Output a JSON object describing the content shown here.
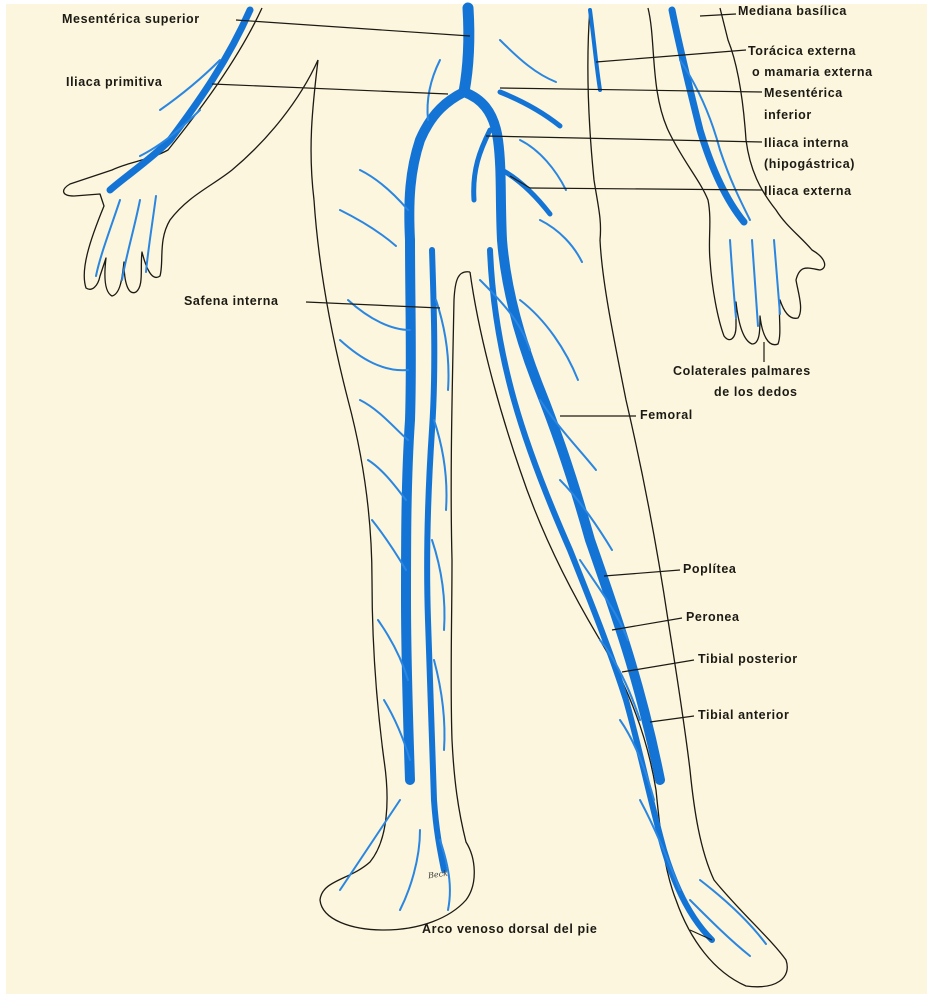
{
  "plate": {
    "paper_color": "#fbf6dd",
    "outline_color": "#1c1a14",
    "vein_color": "#1474d6",
    "artist_signature": "Beck"
  },
  "labels": {
    "mesenterica_superior": "Mesentérica superior",
    "mediana_basilica": "Mediana basílica",
    "toracica_externa_1": "Torácica externa",
    "toracica_externa_2": "o mamaria externa",
    "iliaca_primitiva": "Iliaca primitiva",
    "mesenterica_inferior_1": "Mesentérica",
    "mesenterica_inferior_2": "inferior",
    "iliaca_interna_1": "Iliaca interna",
    "iliaca_interna_2": "(hipogástrica)",
    "iliaca_externa": "Iliaca externa",
    "safena_interna": "Safena interna",
    "colaterales_1": "Colaterales palmares",
    "colaterales_2": "de los dedos",
    "femoral": "Femoral",
    "poplitea": "Poplítea",
    "peronea": "Peronea",
    "tibial_posterior": "Tibial posterior",
    "tibial_anterior": "Tibial anterior",
    "arco_venoso": "Arco venoso dorsal del pie"
  }
}
